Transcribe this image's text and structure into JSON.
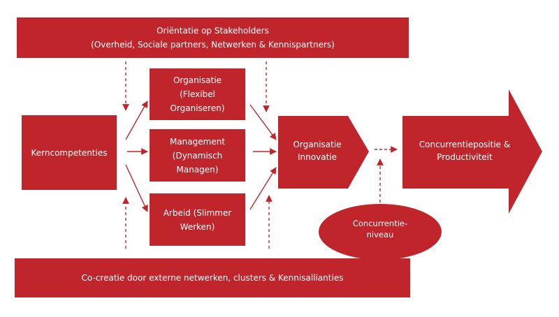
{
  "colors": {
    "accent": "#c0252b",
    "background": "#ffffff"
  },
  "top_band": {
    "title": "Oriëntatie op Stakeholders",
    "subtitle": "(Overheid, Sociale partners, Netwerken & Kennispartners)"
  },
  "left_box": {
    "label": "Kerncompetenties"
  },
  "middle_boxes": [
    {
      "label": "Organisatie\n(Flexibel\nOrganiseren)"
    },
    {
      "label": "Management\n(Dynamisch\nManagen)"
    },
    {
      "label": "Arbeid (Slimmer\nWerken)"
    }
  ],
  "innovation": {
    "label": "Organisatie\nInnovatie"
  },
  "ellipse": {
    "label": "Concurrentie-\nniveau"
  },
  "big_arrow": {
    "label": "Concurrentiepositie &\nProductiviteit"
  },
  "bottom_band": {
    "label": "Co-creatie door externe netwerken, clusters & Kennisallianties"
  }
}
